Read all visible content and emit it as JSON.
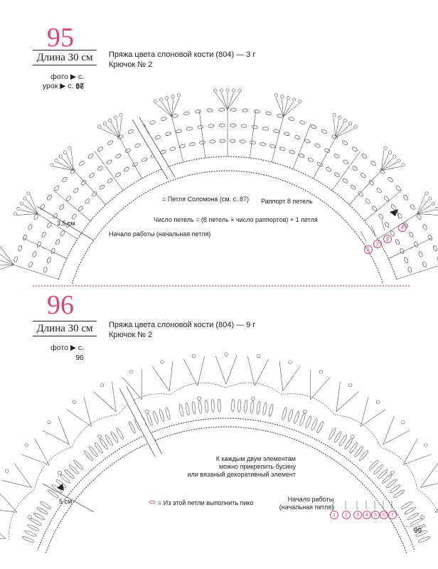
{
  "patterns": [
    {
      "number": "95",
      "length": "Длина 30 см",
      "refs": [
        "фото ▶ с. 96",
        "урок ▶ с. 87"
      ],
      "yarn": "Пряжа цвета слоновой кости (804) — 3 г",
      "hook": "Крючок № 2",
      "size_note": "3,5 см",
      "start_note": "Начало работы (начальная петля)",
      "legend": "= Петля Соломона (см. с. 87)",
      "repeat": "Раппорт 8 петель",
      "formula": "Число петель = (8 петель × число раппортов) + 1 петля",
      "rows": [
        "1",
        "2",
        "3",
        "4"
      ]
    },
    {
      "number": "96",
      "length": "Длина 30 см",
      "refs": [
        "фото ▶ с. 96"
      ],
      "yarn": "Пряжа цвета слоновой кости (804) — 9 г",
      "hook": "Крючок № 2",
      "size_note": "5 см",
      "bead_note": [
        "К каждым двум элементам",
        "можно прикрепить бусину",
        "или вязаный декоративный элемент"
      ],
      "picot_note": "= Из этой петли выполнить пико",
      "start_note": [
        "Начало работы",
        "(начальная петля)"
      ],
      "rows": [
        "1",
        "2",
        "3",
        "4",
        "5",
        "6",
        "7"
      ]
    }
  ],
  "page_number": "99",
  "colors": {
    "accent": "#d9457a",
    "ink": "#222222",
    "line": "#555555"
  }
}
